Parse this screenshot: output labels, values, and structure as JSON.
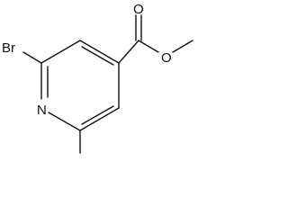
{
  "structure": {
    "atoms": {
      "br": "Br",
      "n": "N",
      "o_carbonyl": "O",
      "o_ester": "O"
    }
  }
}
